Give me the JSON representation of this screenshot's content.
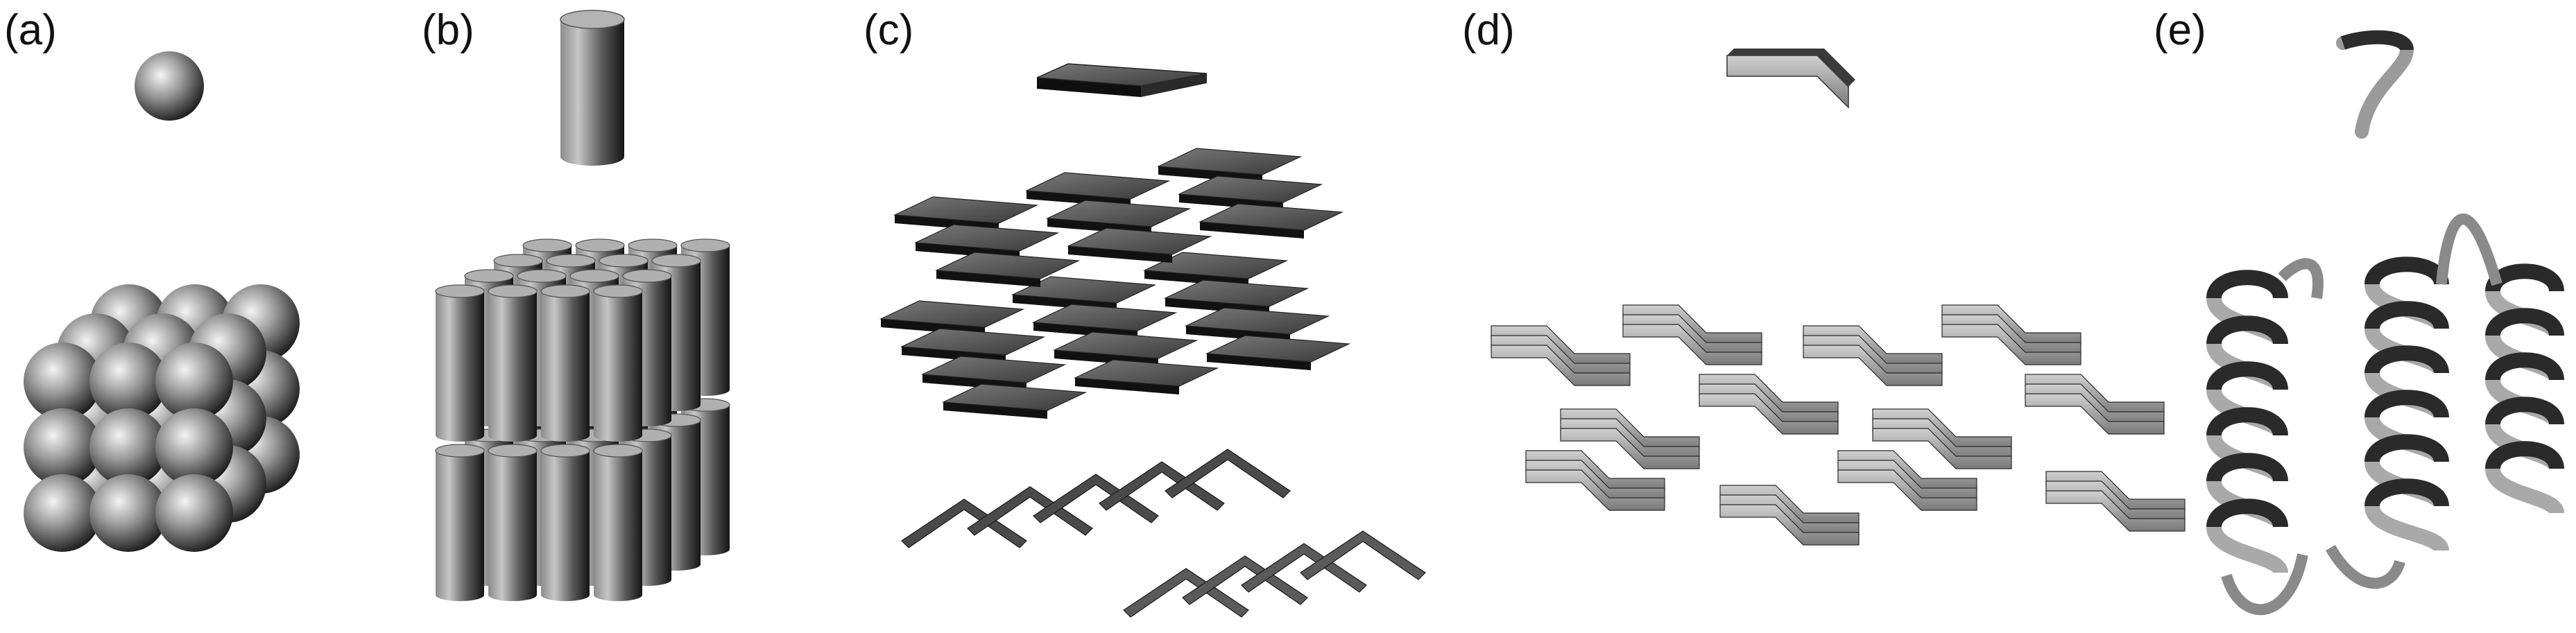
{
  "panels": [
    {
      "label": "(a)",
      "shape_icon": "sphere-icon",
      "assembly": "cubic-packed-spheres"
    },
    {
      "label": "(b)",
      "shape_icon": "cylinder-icon",
      "assembly": "stacked-cylinder-bundles"
    },
    {
      "label": "(c)",
      "shape_icon": "plate-icon",
      "assembly": "stacked-plate-layers"
    },
    {
      "label": "(d)",
      "shape_icon": "chevron-strip-icon",
      "assembly": "chevron-lattice"
    },
    {
      "label": "(e)",
      "shape_icon": "helix-ribbon-icon",
      "assembly": "helix-bundle"
    }
  ],
  "colors": {
    "dark": "#2e2e2e",
    "mid": "#6e6e6e",
    "light": "#bdbdbd",
    "edge": "#1a1a1a"
  }
}
